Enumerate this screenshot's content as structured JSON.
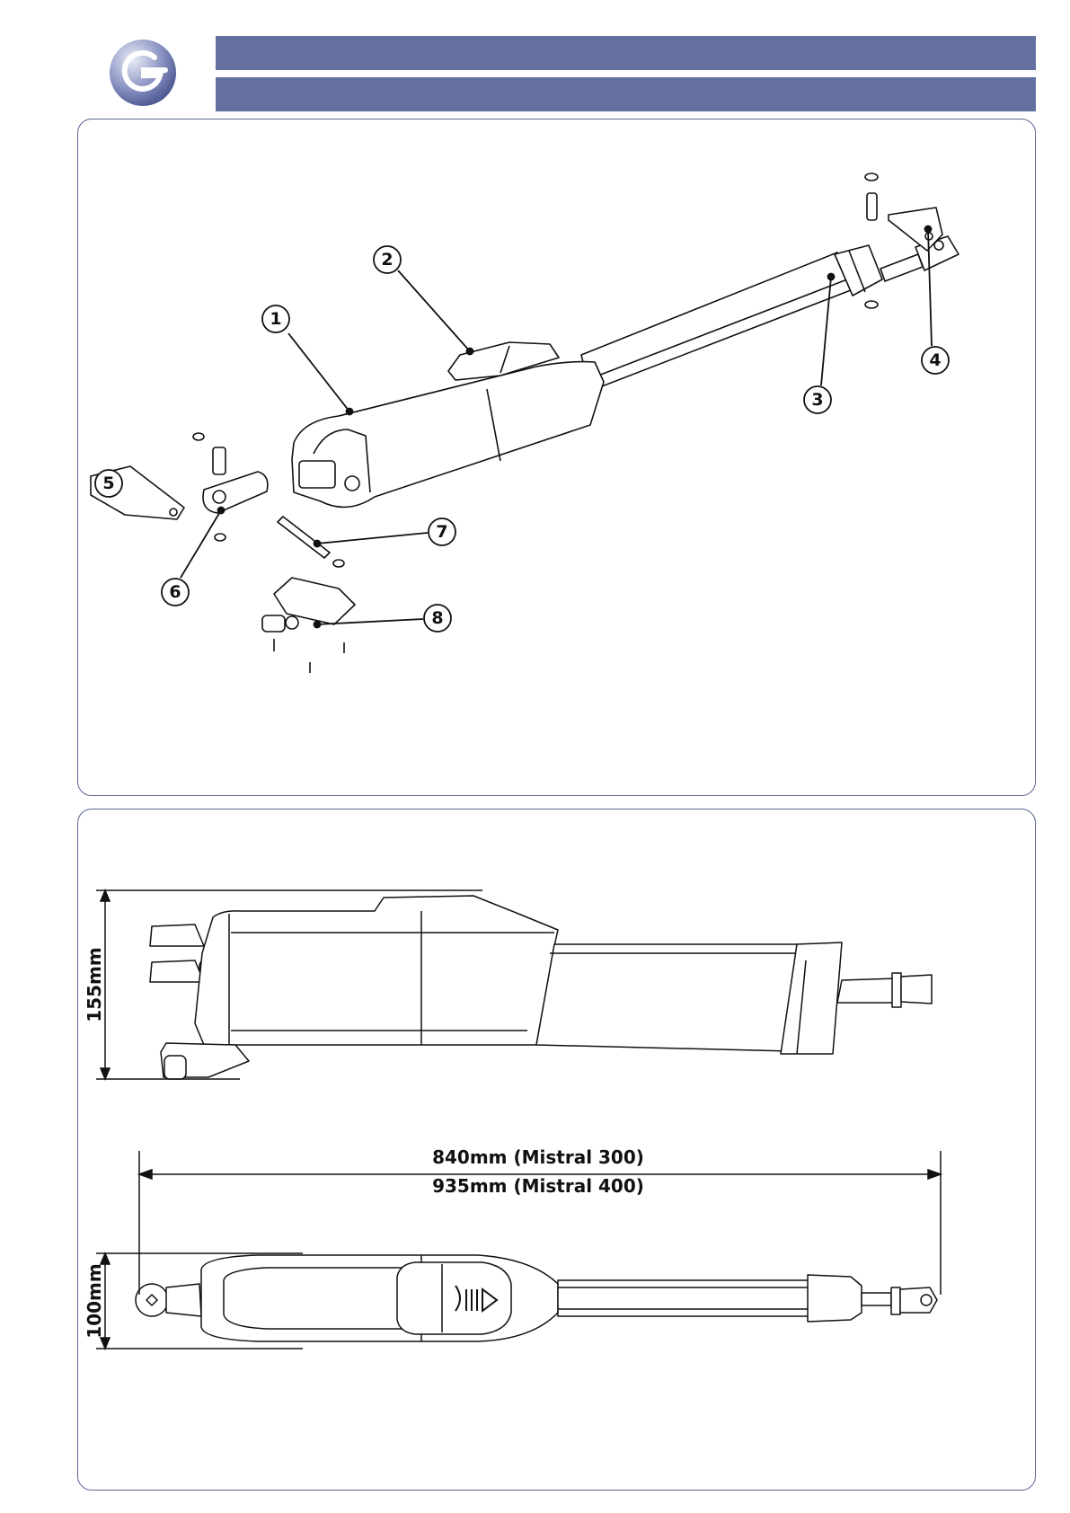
{
  "header": {
    "logo_icon": "manufacturer-logo-icon",
    "bar_color": "#6470a0"
  },
  "exploded_view": {
    "callouts": [
      {
        "number": "1"
      },
      {
        "number": "2"
      },
      {
        "number": "3"
      },
      {
        "number": "4"
      },
      {
        "number": "5"
      },
      {
        "number": "6"
      },
      {
        "number": "7"
      },
      {
        "number": "8"
      }
    ]
  },
  "dimensions": {
    "height": "155mm",
    "width": "100mm",
    "length_mistral_300": "840mm (Mistral 300)",
    "length_mistral_400": "935mm (Mistral 400)"
  }
}
